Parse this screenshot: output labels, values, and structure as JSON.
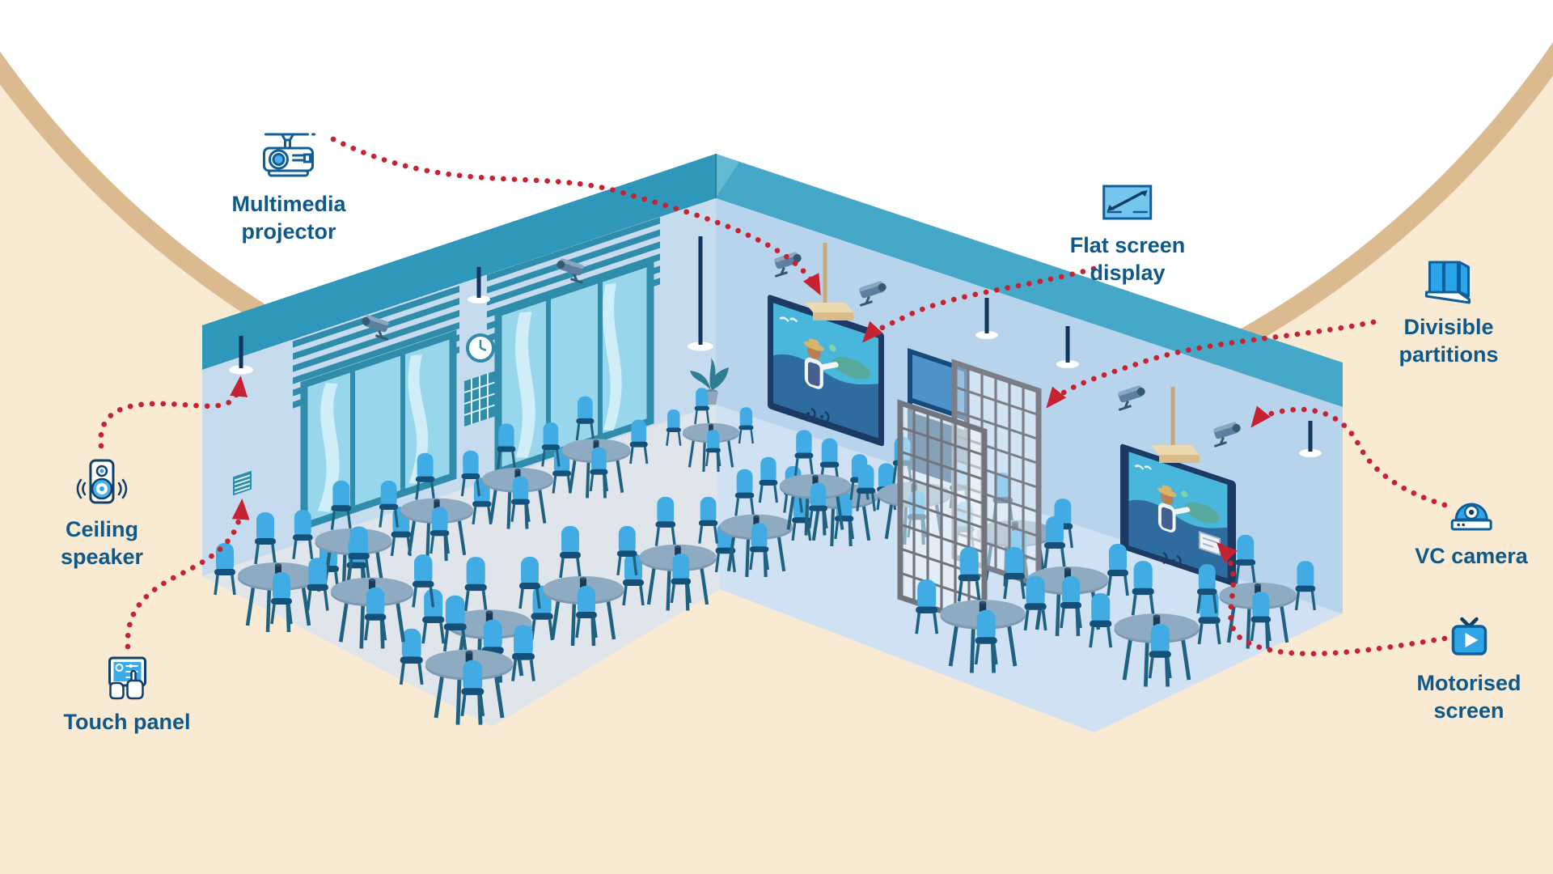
{
  "diagram": {
    "subject": "banquet-hall-av-equipment-isometric-diagram",
    "room": {
      "tables_visible": 20,
      "wall_fixtures": [
        "windows-with-blinds",
        "wall-clock",
        "louver-panel",
        "wall-vent",
        "flat-screen-tv-1",
        "flat-screen-tv-2",
        "door-opening",
        "divisible-partition-grid",
        "security-cameras",
        "ceiling-speaker-posts",
        "projector-ceiling-mounts",
        "potted-plant"
      ]
    }
  },
  "colors": {
    "background_beige": "#f9ead4",
    "arc_tan": "#dcba90",
    "dome_white": "#ffffff",
    "band_teal_left": "#2f97ba",
    "band_teal_right": "#45a8c8",
    "wall_left": "#c6dbee",
    "wall_right": "#b7d4ec",
    "floor_left": "#dfe5eb",
    "floor_right": "#cfe1f3",
    "window_frame": "#2f8cab",
    "window_glass": "#98d6ec",
    "arrow_red": "#c62231",
    "label_text": "#0e598a",
    "icon_stroke": "#0f5d99",
    "icon_fill_blue": "#3fa9e6",
    "chair_blue": "#41ace4",
    "table_top": "#8fabc2",
    "partition_gray": "#7b7e86"
  },
  "labels": {
    "multimedia_projector": {
      "line1": "Multimedia",
      "line2": "projector",
      "icon": "projector-icon"
    },
    "flat_screen_display": {
      "line1": "Flat screen",
      "line2": "display",
      "icon": "flat-screen-icon"
    },
    "divisible_partitions": {
      "line1": "Divisible",
      "line2": "partitions",
      "icon": "divisible-partitions-icon"
    },
    "ceiling_speaker": {
      "line1": "Ceiling",
      "line2": "speaker",
      "icon": "ceiling-speaker-icon"
    },
    "touch_panel": {
      "line1": "Touch panel",
      "icon": "touch-panel-icon"
    },
    "vc_camera": {
      "line1": "VC camera",
      "icon": "vc-camera-icon"
    },
    "motorised_screen": {
      "line1": "Motorised",
      "line2": "screen",
      "icon": "motorised-screen-icon"
    }
  }
}
